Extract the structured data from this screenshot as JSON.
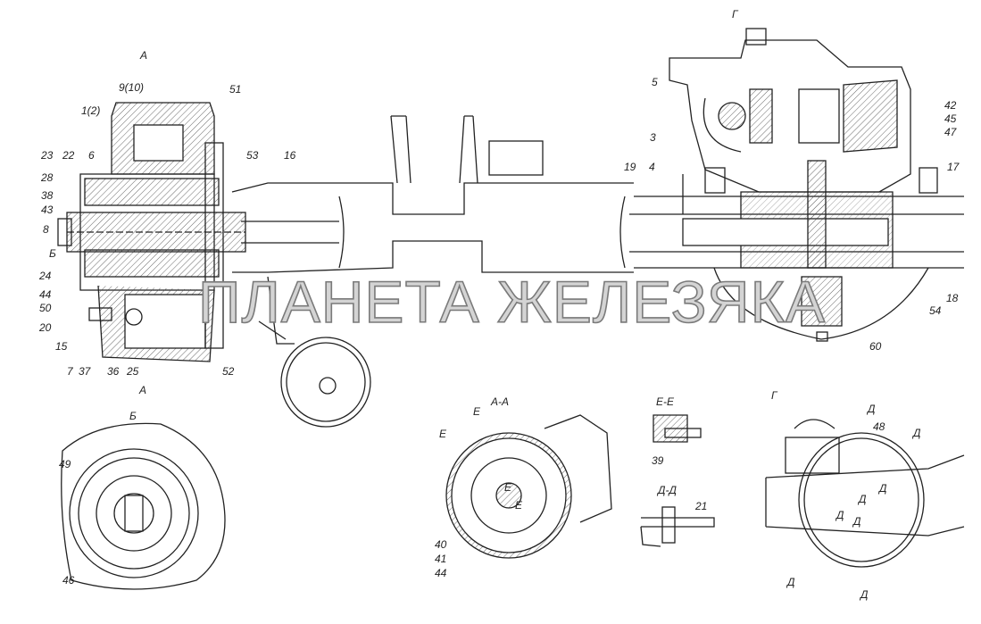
{
  "watermark": "ПЛАНЕТА ЖЕЛЕЗЯКА",
  "main_view": {
    "left_hub_labels": [
      "А",
      "9(10)",
      "51",
      "1(2)",
      "23",
      "22",
      "6",
      "53",
      "16",
      "28",
      "38",
      "43",
      "8",
      "Б",
      "24",
      "44",
      "50",
      "20",
      "15",
      "7",
      "37",
      "36",
      "25",
      "52",
      "А"
    ],
    "differential_labels": [
      "Г",
      "5",
      "3",
      "4",
      "19",
      "42",
      "45",
      "47",
      "17",
      "18",
      "54",
      "60"
    ]
  },
  "view_b": {
    "title": "Б",
    "labels": [
      "49",
      "46"
    ]
  },
  "section_a_a": {
    "title": "А-А",
    "labels": [
      "Е",
      "Е",
      "Е",
      "Е",
      "40",
      "41",
      "44"
    ]
  },
  "section_e_e": {
    "title": "Е-Е",
    "labels": [
      "39"
    ]
  },
  "section_d_d": {
    "title": "Д-Д",
    "labels": [
      "21"
    ]
  },
  "view_g": {
    "title": "Г",
    "labels": [
      "Д",
      "48",
      "Д",
      "Д",
      "Д",
      "Д",
      "Д",
      "Д",
      "Д"
    ]
  }
}
